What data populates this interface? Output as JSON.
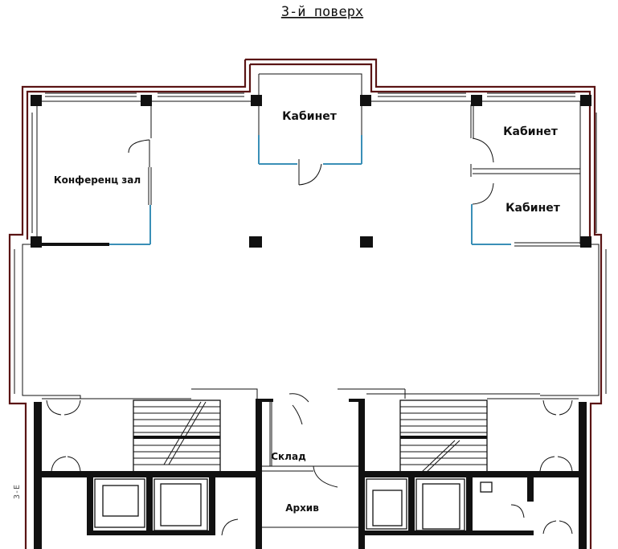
{
  "title": "3-й поверх",
  "rooms": {
    "cabinet_top": "Кабинет",
    "cabinet_right_upper": "Кабинет",
    "cabinet_right_lower": "Кабинет",
    "conference": "Конференц зал",
    "storage": "Склад",
    "archive": "Архив"
  },
  "axis_marker": "3-Е",
  "colors": {
    "facade": "#5a1414",
    "glass_partition": "#3a8fb7",
    "wall": "#111111"
  }
}
